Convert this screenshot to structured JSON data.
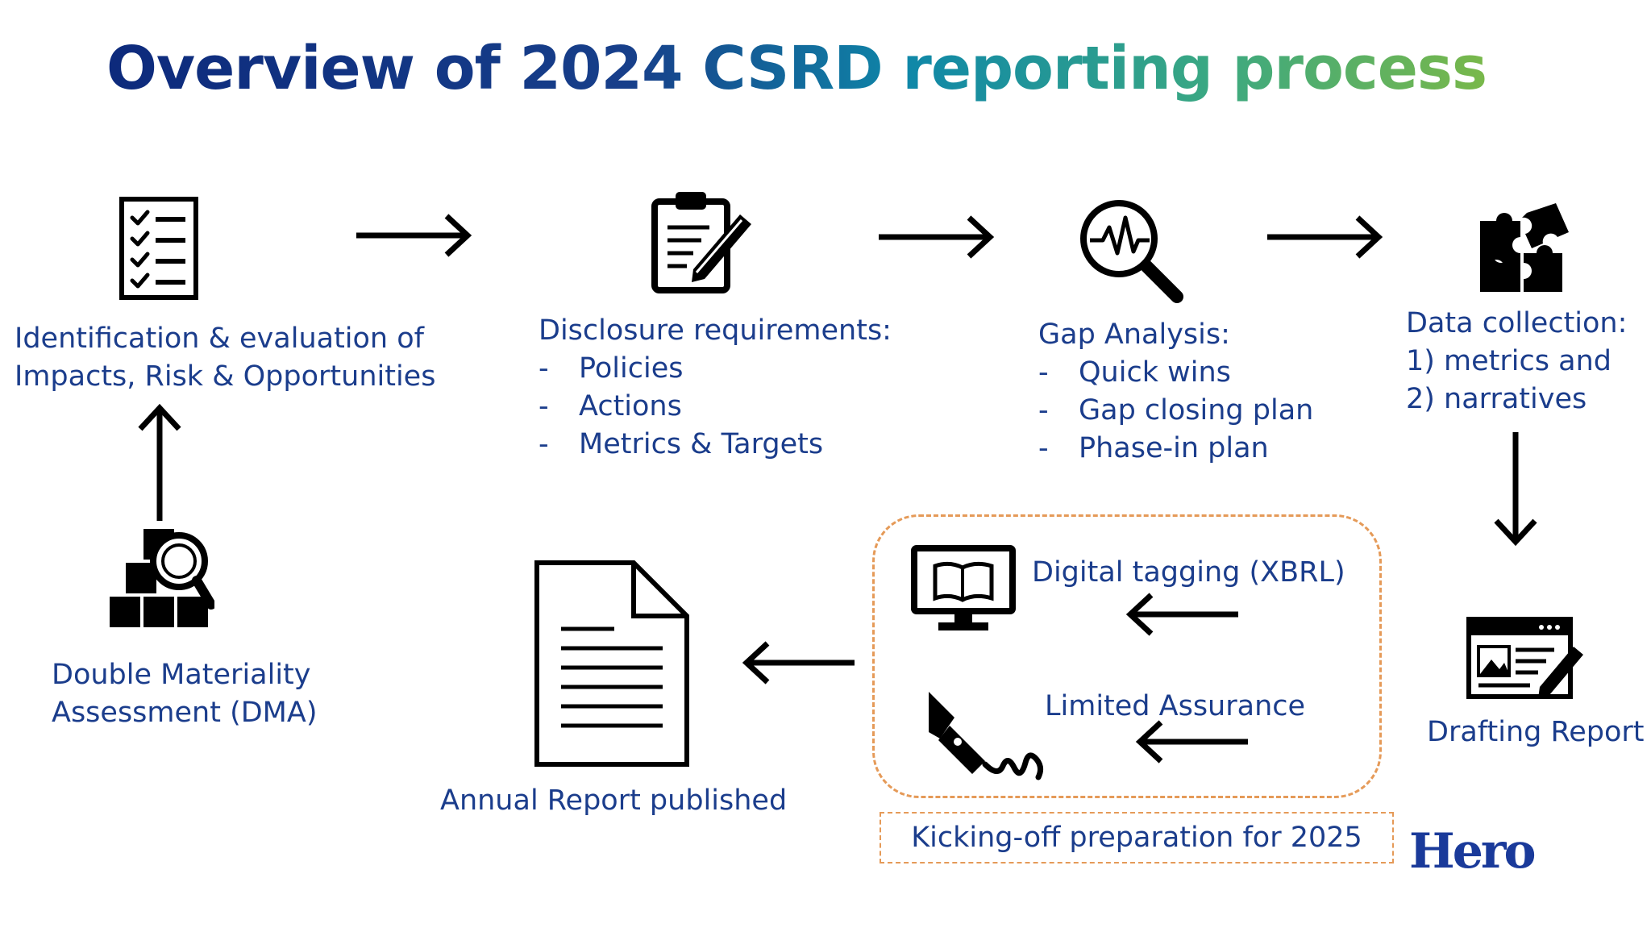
{
  "title": "Overview of 2024 CSRD reporting process",
  "steps": {
    "iro": {
      "line1": "Identification & evaluation of",
      "line2": "Impacts, Risk & Opportunities"
    },
    "disclosure": {
      "heading": "Disclosure requirements:",
      "items": [
        "Policies",
        "Actions",
        "Metrics & Targets"
      ]
    },
    "gap": {
      "heading": "Gap Analysis:",
      "items": [
        "Quick wins",
        "Gap closing plan",
        "Phase-in plan"
      ]
    },
    "data": {
      "line1": "Data collection:",
      "line2": "1) metrics and",
      "line3": "2) narratives"
    },
    "dma": {
      "line1": "Double Materiality",
      "line2": "Assessment (DMA)"
    },
    "drafting": "Drafting Report",
    "tagging": "Digital tagging (XBRL)",
    "assurance": "Limited Assurance",
    "published": "Annual Report published",
    "kickoff": "Kicking-off preparation for 2025"
  },
  "bullet_dash": "-",
  "logo": "Hero",
  "colors": {
    "text": "#1b3d8c",
    "title_start": "#0d2a7c",
    "title_end": "#79b84a",
    "dashed": "#e59a58",
    "logo": "#1a3a9a"
  },
  "icons": [
    "checklist-icon",
    "clipboard-pen-icon",
    "magnifier-pulse-icon",
    "puzzle-icon",
    "boxes-magnifier-icon",
    "browser-window-pen-icon",
    "monitor-book-icon",
    "fountain-pen-signature-icon",
    "document-icon"
  ]
}
